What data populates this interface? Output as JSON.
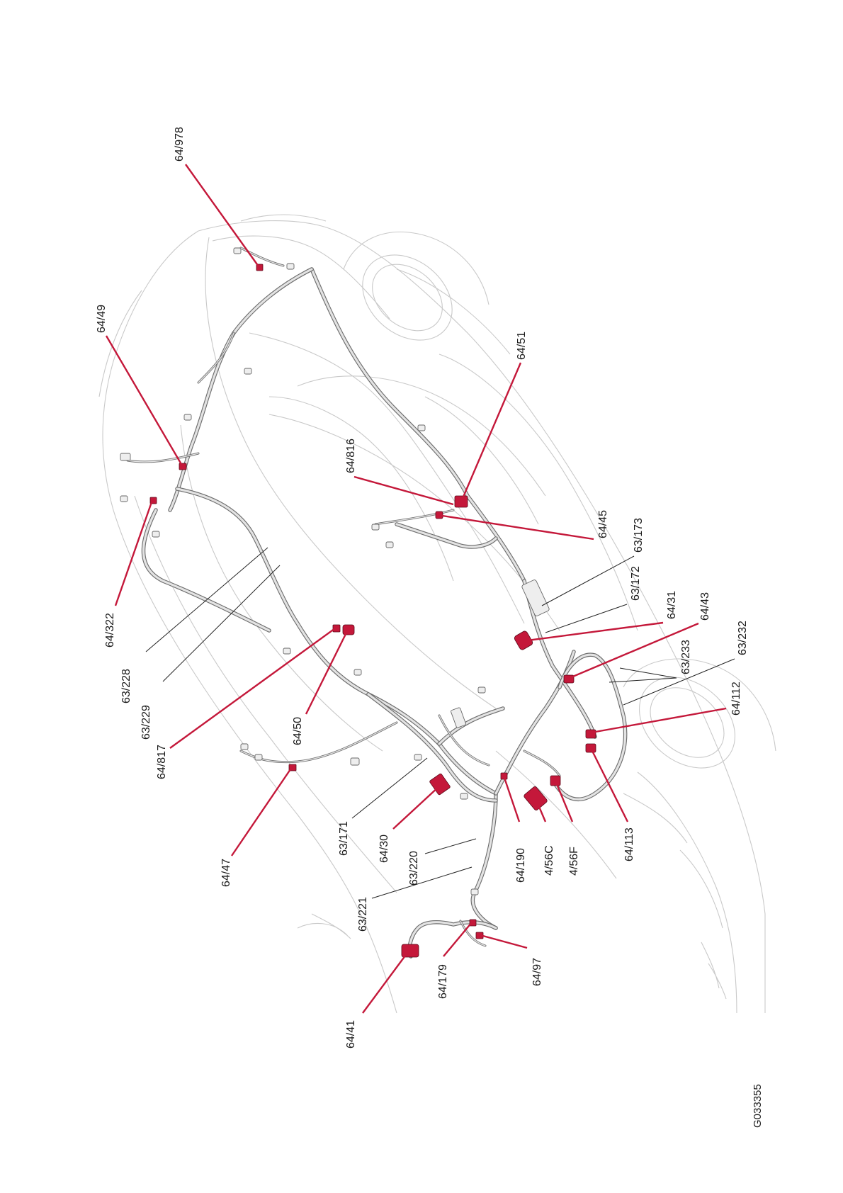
{
  "figure_code": "G033355",
  "components": [
    {
      "id": "c978",
      "label": "64/978",
      "kind": "connector"
    },
    {
      "id": "c49",
      "label": "64/49",
      "kind": "connector"
    },
    {
      "id": "c51",
      "label": "64/51",
      "kind": "connector"
    },
    {
      "id": "c816",
      "label": "64/816",
      "kind": "connector"
    },
    {
      "id": "c45",
      "label": "64/45",
      "kind": "connector"
    },
    {
      "id": "h173",
      "label": "63/173",
      "kind": "harness"
    },
    {
      "id": "h172",
      "label": "63/172",
      "kind": "harness"
    },
    {
      "id": "c31",
      "label": "64/31",
      "kind": "connector"
    },
    {
      "id": "c43",
      "label": "64/43",
      "kind": "connector"
    },
    {
      "id": "h232",
      "label": "63/232",
      "kind": "harness"
    },
    {
      "id": "h233",
      "label": "63/233",
      "kind": "harness"
    },
    {
      "id": "c112",
      "label": "64/112",
      "kind": "connector"
    },
    {
      "id": "c113",
      "label": "64/113",
      "kind": "connector"
    },
    {
      "id": "c56f",
      "label": "4/56F",
      "kind": "connector"
    },
    {
      "id": "c56c",
      "label": "4/56C",
      "kind": "connector"
    },
    {
      "id": "c190",
      "label": "64/190",
      "kind": "connector"
    },
    {
      "id": "h220",
      "label": "63/220",
      "kind": "harness"
    },
    {
      "id": "h221",
      "label": "63/221",
      "kind": "harness"
    },
    {
      "id": "c30",
      "label": "64/30",
      "kind": "connector"
    },
    {
      "id": "h171",
      "label": "63/171",
      "kind": "harness"
    },
    {
      "id": "c97",
      "label": "64/97",
      "kind": "connector"
    },
    {
      "id": "c179",
      "label": "64/179",
      "kind": "connector"
    },
    {
      "id": "c41",
      "label": "64/41",
      "kind": "connector"
    },
    {
      "id": "c47",
      "label": "64/47",
      "kind": "connector"
    },
    {
      "id": "c817",
      "label": "64/817",
      "kind": "connector"
    },
    {
      "id": "c50",
      "label": "64/50",
      "kind": "connector"
    },
    {
      "id": "h229",
      "label": "63/229",
      "kind": "harness"
    },
    {
      "id": "h228",
      "label": "63/228",
      "kind": "harness"
    },
    {
      "id": "c322",
      "label": "64/322",
      "kind": "connector"
    }
  ],
  "colors": {
    "connector": "#c4183a",
    "harness": "#707070",
    "car_outline": "#c9c9c9",
    "text": "#1a1a1a"
  }
}
